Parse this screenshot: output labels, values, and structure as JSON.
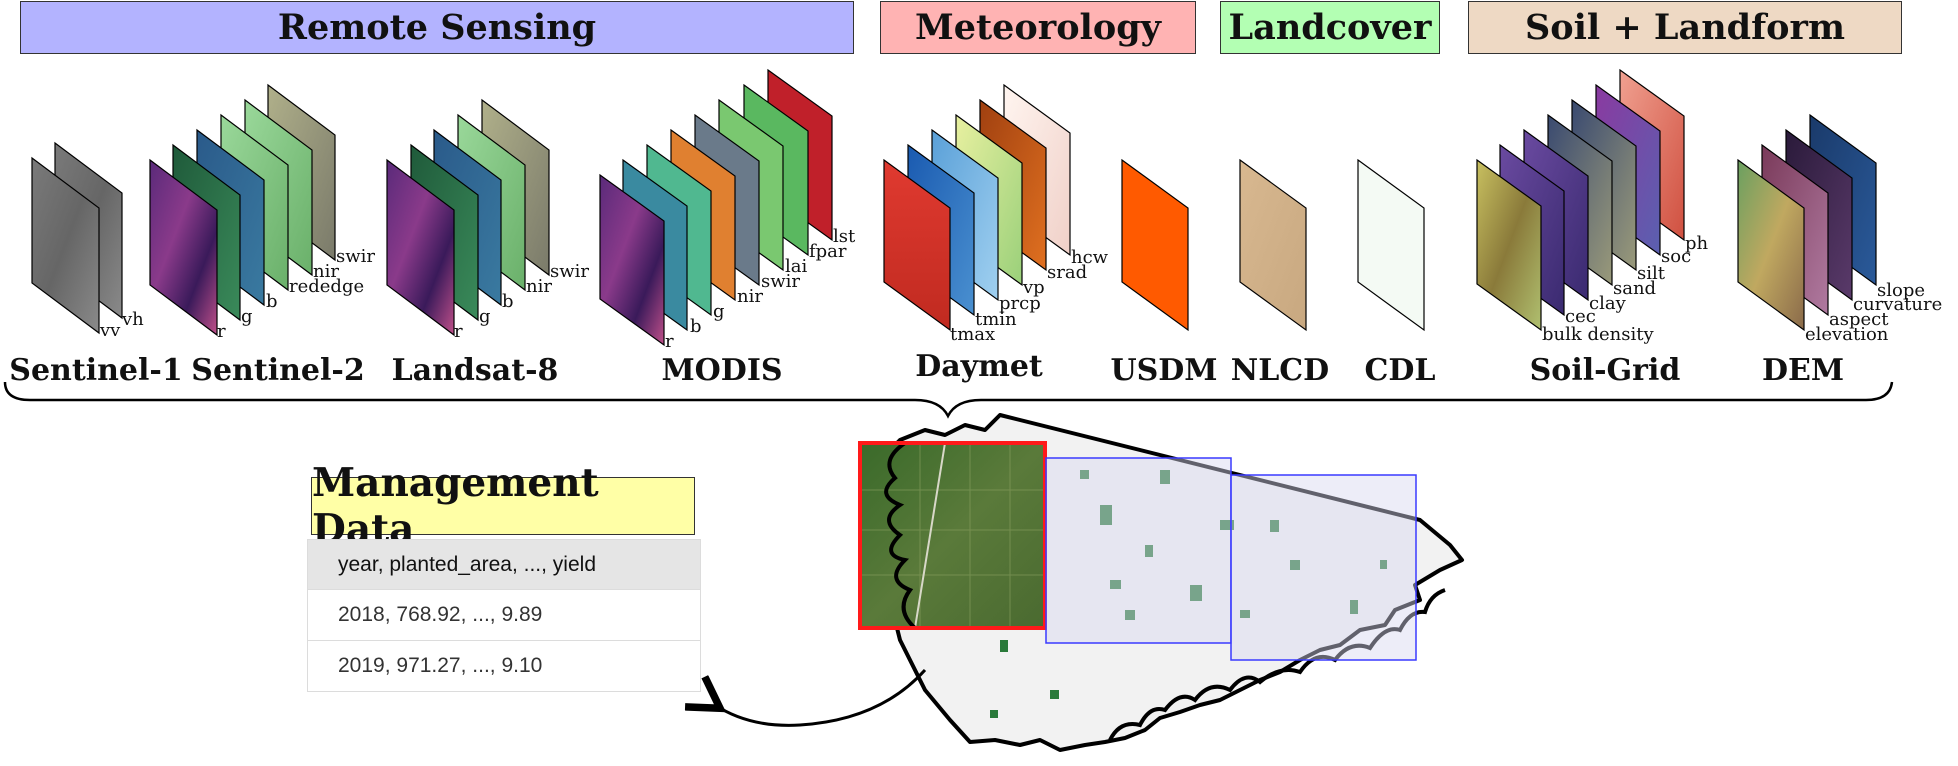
{
  "categories": [
    {
      "id": "remote",
      "label": "Remote Sensing",
      "color": "#b3b3ff"
    },
    {
      "id": "met",
      "label": "Meteorology",
      "color": "#ffb3b3"
    },
    {
      "id": "lc",
      "label": "Landcover",
      "color": "#b3ffb3"
    },
    {
      "id": "soil",
      "label": "Soil + Landform",
      "color": "#eed9c4"
    }
  ],
  "sources": {
    "sentinel1": {
      "name": "Sentinel-1",
      "bands": [
        "vv",
        "vh"
      ]
    },
    "sentinel2": {
      "name": "Sentinel-2",
      "bands": [
        "r",
        "g",
        "b",
        "rededge",
        "nir",
        "swir"
      ]
    },
    "landsat8": {
      "name": "Landsat-8",
      "bands": [
        "r",
        "g",
        "b",
        "nir",
        "swir"
      ]
    },
    "modis": {
      "name": "MODIS",
      "bands": [
        "r",
        "b",
        "g",
        "nir",
        "swir",
        "lai",
        "fpar",
        "lst"
      ]
    },
    "daymet": {
      "name": "Daymet",
      "bands": [
        "tmax",
        "tmin",
        "prcp",
        "vp",
        "srad",
        "hcw"
      ]
    },
    "usdm": {
      "name": "USDM"
    },
    "nlcd": {
      "name": "NLCD"
    },
    "cdl": {
      "name": "CDL"
    },
    "soilgrid": {
      "name": "Soil-Grid",
      "bands": [
        "bulk density",
        "cec",
        "clay",
        "sand",
        "silt",
        "soc",
        "ph"
      ]
    },
    "dem": {
      "name": "DEM",
      "bands": [
        "elevation",
        "aspect",
        "curvature",
        "slope"
      ]
    }
  },
  "management": {
    "title": "Management Data",
    "header": "year, planted_area, ..., yield",
    "rows": [
      "2018, 768.92, ..., 9.89",
      "2019, 971.27, ..., 9.10"
    ]
  }
}
